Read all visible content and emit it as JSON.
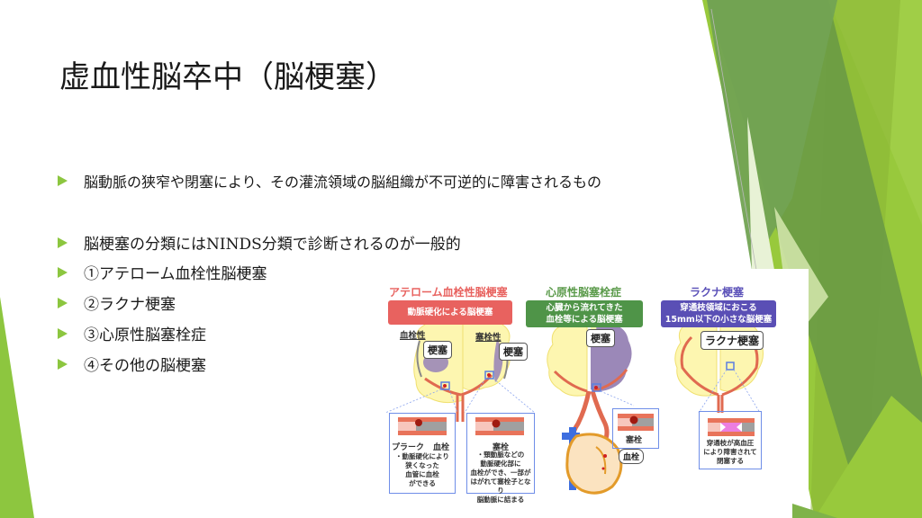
{
  "slide": {
    "title": "虚血性脳卒中（脳梗塞）",
    "bullets": [
      "脳動脈の狭窄や閉塞により、その灌流領域の脳組織が不可逆的に障害されるもの",
      "脳梗塞の分類にはNINDS分類で診断されるのが一般的",
      "①アテローム血栓性脳梗塞",
      "②ラクナ梗塞",
      "③心原性脳塞栓症",
      "④その他の脳梗塞"
    ]
  },
  "figure": {
    "panels": [
      {
        "title": "アテローム血栓性脳梗塞",
        "title_color": "#e8625f",
        "box_text": "動脈硬化による脳梗塞",
        "box_color": "#e8625f",
        "labels": [
          "血栓性",
          "塞栓性"
        ],
        "callouts": [
          "梗塞",
          "梗塞"
        ],
        "zoom_left_sub": [
          "プラーク",
          "血栓"
        ],
        "zoom_left_text": "・動脈硬化により\n狭くなった\n血管に血栓\nができる",
        "zoom_right_sub": "塞栓",
        "zoom_right_text": "・頸動脈などの\n動脈硬化部に\n血栓ができ、一部が\nはがれて塞栓子となり\n脳動脈に詰まる"
      },
      {
        "title": "心原性脳塞栓症",
        "title_color": "#5a9a4a",
        "box_text": "心臓から流れてきた\n血栓等による脳梗塞",
        "box_color": "#4f9448",
        "callouts": [
          "梗塞",
          "血栓"
        ],
        "zoom_sub": "塞栓"
      },
      {
        "title": "ラクナ梗塞",
        "title_color": "#5a50b8",
        "box_text": "穿通枝領域におこる\n15mm以下の小さな脳梗塞",
        "box_color": "#5a4fb5",
        "callouts": [
          "ラクナ梗塞"
        ],
        "zoom_text": "穿通枝が高血圧\nにより障害されて\n閉塞する"
      }
    ]
  },
  "theme": {
    "accent": "#8cc63f",
    "green_dark": "#6a9a3f",
    "green_mid": "#7cb342",
    "green_light": "#9bc93d"
  }
}
